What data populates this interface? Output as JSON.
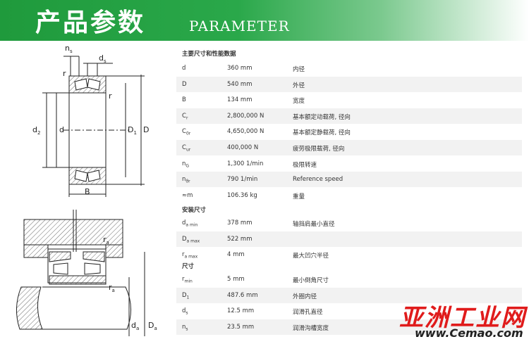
{
  "header": {
    "title_cn": "产品参数",
    "title_en": "PARAMETER"
  },
  "section_main": "主要尺寸和性能数据",
  "section_install": "安装尺寸",
  "section_size": "尺寸",
  "main_rows": [
    {
      "sym": "d",
      "sub": "",
      "value": "360 mm",
      "desc": "内径"
    },
    {
      "sym": "D",
      "sub": "",
      "value": "540 mm",
      "desc": "外径"
    },
    {
      "sym": "B",
      "sub": "",
      "value": "134 mm",
      "desc": "宽度"
    },
    {
      "sym": "C",
      "sub": "r",
      "value": "2,800,000 N",
      "desc": "基本额定动载荷, 径向"
    },
    {
      "sym": "C",
      "sub": "0r",
      "value": "4,650,000 N",
      "desc": "基本额定静载荷, 径向"
    },
    {
      "sym": "C",
      "sub": "ur",
      "value": "400,000 N",
      "desc": "疲劳极限载荷, 径向"
    },
    {
      "sym": "n",
      "sub": "G",
      "value": "1,300 1/min",
      "desc": "极限转速"
    },
    {
      "sym": "n",
      "sub": "ϑr",
      "value": "790 1/min",
      "desc": "Reference speed"
    },
    {
      "sym": "≈m",
      "sub": "",
      "value": "106.36 kg",
      "desc": "重量"
    }
  ],
  "install_rows": [
    {
      "sym": "d",
      "sub": "a min",
      "value": "378 mm",
      "desc": "轴挡肩最小直径"
    },
    {
      "sym": "D",
      "sub": "a max",
      "value": "522 mm",
      "desc": ""
    },
    {
      "sym": "r",
      "sub": "a max",
      "value": "4 mm",
      "desc": "最大凹穴半径"
    }
  ],
  "size_rows": [
    {
      "sym": "r",
      "sub": "min",
      "value": "5 mm",
      "desc": "最小倒角尺寸"
    },
    {
      "sym": "D",
      "sub": "1",
      "value": "487.6 mm",
      "desc": "外圈内径"
    },
    {
      "sym": "d",
      "sub": "s",
      "value": "12.5 mm",
      "desc": "润滑孔直径"
    },
    {
      "sym": "n",
      "sub": "s",
      "value": "23.5 mm",
      "desc": "润滑沟槽宽度"
    }
  ],
  "drawing_labels": {
    "ns": "n",
    "ns_sub": "s",
    "ds": "d",
    "ds_sub": "s",
    "r": "r",
    "d2": "d",
    "d2_sub": "2",
    "d": "d",
    "D1": "D",
    "D1_sub": "1",
    "D": "D",
    "B": "B",
    "ra": "r",
    "ra_sub": "a",
    "da": "d",
    "da_sub": "a",
    "Da": "D",
    "Da_sub": "a"
  },
  "watermark": {
    "main": "亚洲工业网",
    "url": "www.Cemao.com"
  }
}
